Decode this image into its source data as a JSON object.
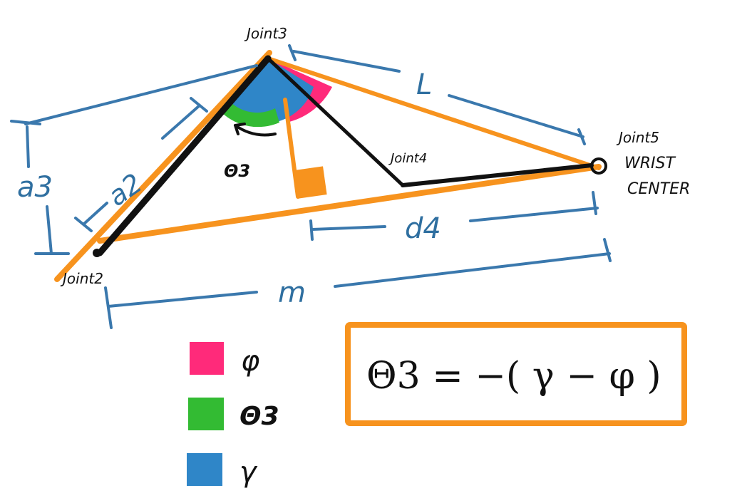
{
  "labels": {
    "joint2": "Joint2",
    "joint3": "Joint3",
    "joint4": "Joint4",
    "joint5": "Joint5",
    "wrist1": "WRIST",
    "wrist2": "CENTER",
    "a3": "a3",
    "a2": "a2",
    "L": "L",
    "d4": "d4",
    "m": "m",
    "theta3": "Θ3"
  },
  "legend": [
    {
      "symbol": "φ",
      "color": "#ff2a7a"
    },
    {
      "symbol": "Θ3",
      "color": "#33bb33"
    },
    {
      "symbol": "γ",
      "color": "#2f86c8"
    }
  ],
  "formula": "Θ3 = −( γ − φ )",
  "colors": {
    "orange": "#f7931e",
    "pink": "#ff2a7a",
    "green": "#33bb33",
    "blue": "#2f86c8",
    "dimension": "#3a78ad"
  }
}
